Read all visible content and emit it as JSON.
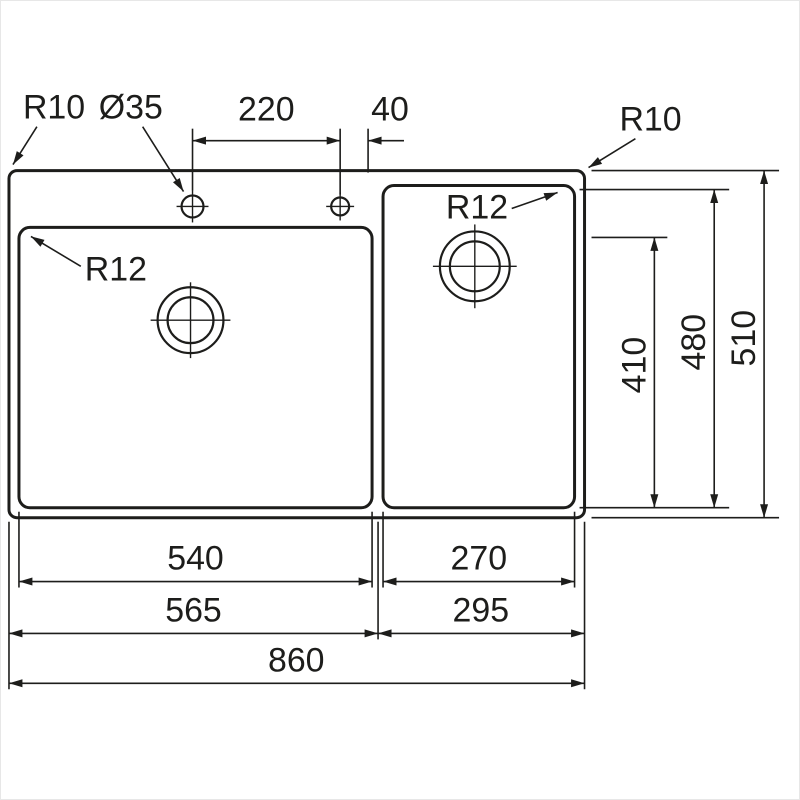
{
  "drawing": {
    "top_labels": {
      "outer_corner_radius_left": "R10",
      "tap_hole_diameter": "Ø35",
      "tap_hole_spacing": "220",
      "tap_hole_offset": "40",
      "outer_corner_radius_right": "R10"
    },
    "bowl_labels": {
      "large_bowl_corner_radius": "R12",
      "small_bowl_corner_radius": "R12"
    },
    "vertical_dimensions": {
      "bowl_inner_front_to_back": "410",
      "bowls_outer_front_to_back": "480",
      "overall_depth": "510"
    },
    "horizontal_dimensions": {
      "large_bowl_width": "540",
      "small_bowl_width": "270",
      "large_section_width": "565",
      "small_section_width": "295",
      "overall_width": "860"
    },
    "colors": {
      "ink": "#1d1d1b",
      "background": "#ffffff"
    }
  }
}
